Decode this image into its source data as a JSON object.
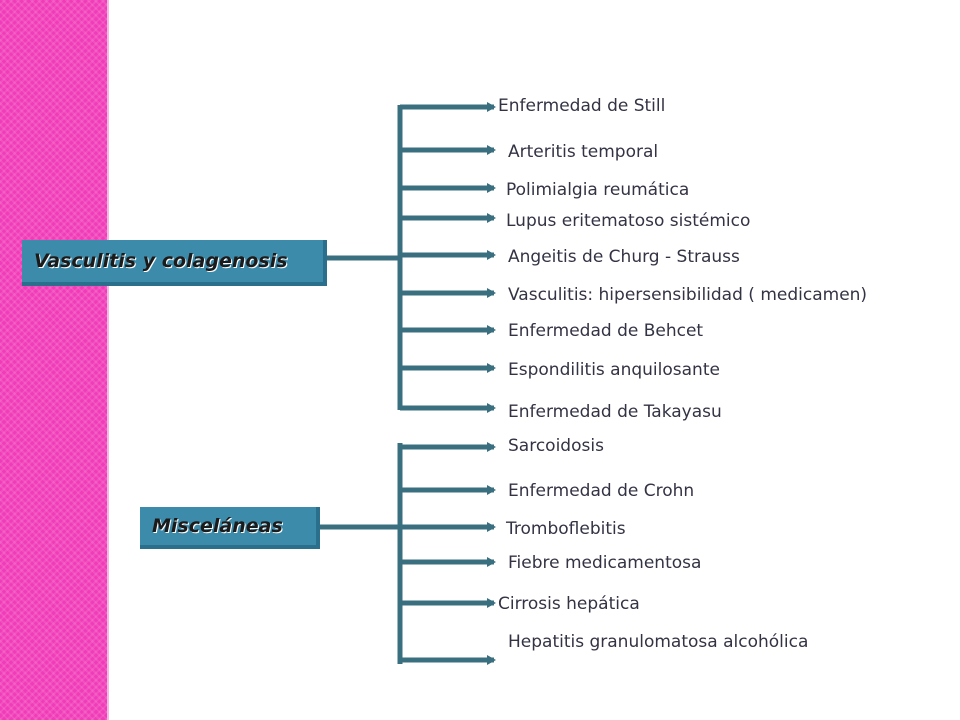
{
  "groups": [
    {
      "title": "Vasculitis y colagenosis",
      "items": [
        "Enfermedad de Still",
        "Arteritis temporal",
        "Polimialgia reumática",
        "Lupus eritematoso sistémico",
        "Angeitis de Churg - Strauss",
        "Vasculitis: hipersensibilidad ( medicamen)",
        "Enfermedad de Behcet",
        "Espondilitis anquilosante",
        "Enfermedad de Takayasu"
      ]
    },
    {
      "title": "Misceláneas",
      "items": [
        "Sarcoidosis",
        "Enfermedad de Crohn",
        "Tromboflebitis",
        "Fiebre medicamentosa",
        "Cirrosis hepática",
        "Hepatitis granulomatosa alcohólica"
      ]
    }
  ],
  "colors": {
    "band": "#f03cb8",
    "box": "#3d8bab",
    "line": "#3a6f80",
    "text": "#333344"
  }
}
